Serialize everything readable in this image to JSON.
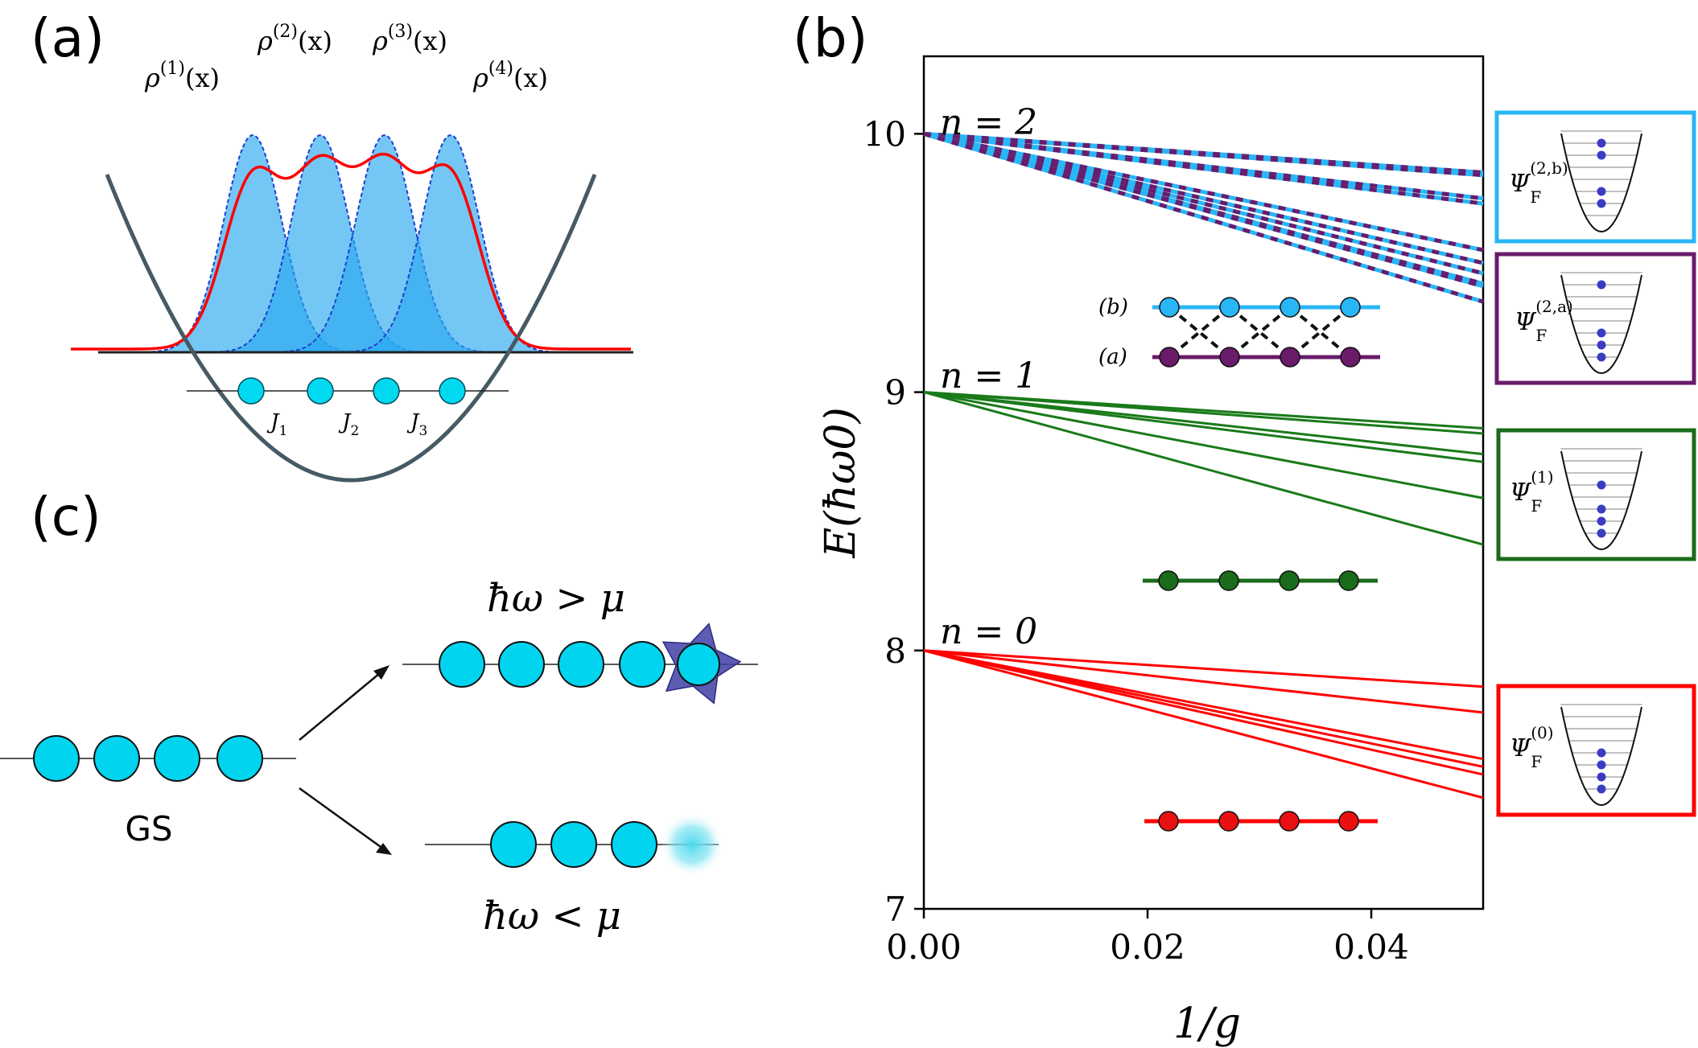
{
  "panel_a": {
    "label": "(a)",
    "rho_labels": [
      "ρ(1)(x)",
      "ρ(2)(x)",
      "ρ(3)(x)",
      "ρ(4)(x)"
    ],
    "rho_base": "ρ",
    "rho_arg": "(x)",
    "rho_sup": [
      "(1)",
      "(2)",
      "(3)",
      "(4)"
    ],
    "couplings": [
      "J1",
      "J2",
      "J3"
    ],
    "coupling_base": "J",
    "coupling_sub": [
      "1",
      "2",
      "3"
    ],
    "colors": {
      "total_density": "#ff0000",
      "orbital_fill": "#4fc3f7",
      "trap": "#455a64",
      "site": "#00d9f0"
    }
  },
  "panel_b": {
    "label": "(b)",
    "chart_data": {
      "type": "line",
      "xlabel": "1/g",
      "ylabel": "E(ħω0)",
      "xlim": [
        0.0,
        0.05
      ],
      "ylim": [
        7,
        10.3
      ],
      "xticks": [
        "0.00",
        "0.02",
        "0.04"
      ],
      "xtick_values": [
        0.0,
        0.02,
        0.04
      ],
      "yticks": [
        "7",
        "8",
        "9",
        "10"
      ],
      "ytick_values": [
        7,
        8,
        9,
        10
      ],
      "manifolds": [
        {
          "name": "n = 0",
          "origin": 8,
          "color": "#ff0000",
          "dashed": false,
          "end_values_at_x_0_05": [
            7.86,
            7.76,
            7.58,
            7.55,
            7.52,
            7.43
          ]
        },
        {
          "name": "n = 1",
          "origin": 9,
          "color": "#1a7a1a",
          "dashed": false,
          "end_values_at_x_0_05": [
            8.86,
            8.84,
            8.76,
            8.73,
            8.59,
            8.41
          ]
        },
        {
          "name": "n = 2",
          "origin": 10,
          "color": "#29b6f6",
          "dash_color": "#6a1b6a",
          "dashed": true,
          "end_values_at_x_0_05": [
            9.85,
            9.84,
            9.75,
            9.73,
            9.55,
            9.5,
            9.46,
            9.42,
            9.41,
            9.35
          ]
        }
      ]
    },
    "manifold_labels": [
      "n = 0",
      "n = 1",
      "n = 2"
    ],
    "ladder_labels": [
      "(b)",
      "(a)"
    ],
    "state_boxes": [
      {
        "label": "ΨF(2,b)",
        "base": "Ψ",
        "sub": "F",
        "sup": "(2,b)",
        "color": "#29b6f6"
      },
      {
        "label": "ΨF(2,a)",
        "base": "Ψ",
        "sub": "F",
        "sup": "(2,a)",
        "color": "#6a1b6a"
      },
      {
        "label": "ΨF(1)",
        "base": "Ψ",
        "sub": "F",
        "sup": "(1)",
        "color": "#1a6b1a"
      },
      {
        "label": "ΨF(0)",
        "base": "Ψ",
        "sub": "F",
        "sup": "(0)",
        "color": "#ff0000"
      }
    ]
  },
  "panel_c": {
    "label": "(c)",
    "gs_label": "GS",
    "upper_label": "ħω > μ",
    "lower_label": "ħω < μ",
    "colors": {
      "site": "#00d4ef",
      "star": "#3f3fa5"
    }
  }
}
